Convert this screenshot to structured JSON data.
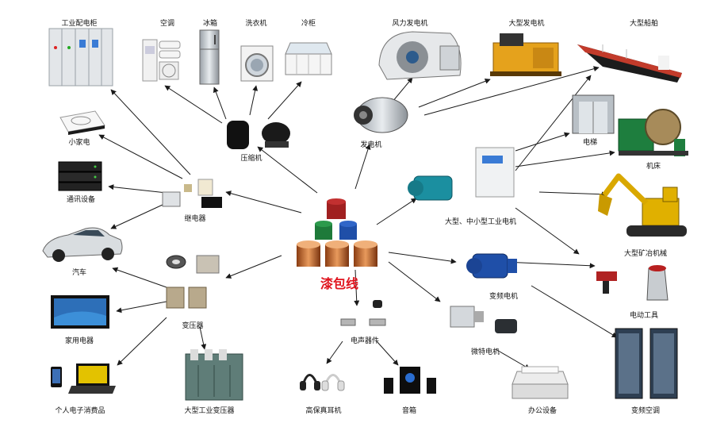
{
  "center": {
    "label": "漆包线"
  },
  "nodes": [
    {
      "id": "cabinet",
      "label": "工业配电柜"
    },
    {
      "id": "aircon",
      "label": "空调"
    },
    {
      "id": "fridge",
      "label": "冰箱"
    },
    {
      "id": "washer",
      "label": "洗衣机"
    },
    {
      "id": "freezer",
      "label": "冷柜"
    },
    {
      "id": "compressor",
      "label": "压缩机"
    },
    {
      "id": "wind",
      "label": "风力发电机"
    },
    {
      "id": "generator-big",
      "label": "大型发电机"
    },
    {
      "id": "ship",
      "label": "大型船舶"
    },
    {
      "id": "generator",
      "label": "发电机"
    },
    {
      "id": "elevator",
      "label": "电梯"
    },
    {
      "id": "machine-tool",
      "label": "机床"
    },
    {
      "id": "small-appliance",
      "label": "小家电"
    },
    {
      "id": "telecom",
      "label": "通讯设备"
    },
    {
      "id": "relay",
      "label": "继电器"
    },
    {
      "id": "industrial-motor",
      "label": "大型、中小型工业电机"
    },
    {
      "id": "mining",
      "label": "大型矿冶机械"
    },
    {
      "id": "car",
      "label": "汽车"
    },
    {
      "id": "vf-motor",
      "label": "变频电机"
    },
    {
      "id": "power-tools",
      "label": "电动工具"
    },
    {
      "id": "home-electronics",
      "label": "家用电器"
    },
    {
      "id": "transformer",
      "label": "变压器"
    },
    {
      "id": "acoustic",
      "label": "电声器件"
    },
    {
      "id": "micro-motor",
      "label": "微特电机"
    },
    {
      "id": "personal-electronics",
      "label": "个人电子消费品"
    },
    {
      "id": "big-transformer",
      "label": "大型工业变压器"
    },
    {
      "id": "headphones",
      "label": "高保真耳机"
    },
    {
      "id": "speakers",
      "label": "音箱"
    },
    {
      "id": "office",
      "label": "办公设备"
    },
    {
      "id": "vf-aircon",
      "label": "变频空调"
    }
  ]
}
